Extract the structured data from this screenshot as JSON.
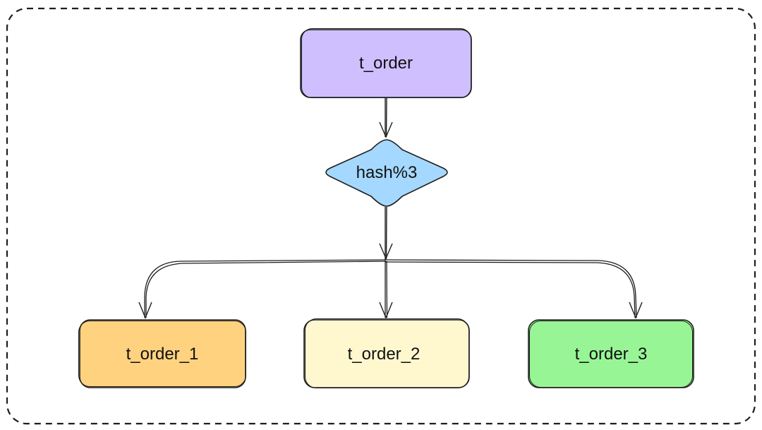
{
  "colors": {
    "source": "#d0bfff",
    "decision": "#a5d8ff",
    "shard_1": "#ffd27f",
    "shard_2": "#fff8cf",
    "shard_3": "#98f596",
    "stroke": "#1e1e1e"
  },
  "nodes": {
    "source": {
      "label": "t_order"
    },
    "decision": {
      "label": "hash%3"
    },
    "shards": [
      {
        "label": "t_order_1"
      },
      {
        "label": "t_order_2"
      },
      {
        "label": "t_order_3"
      }
    ]
  }
}
